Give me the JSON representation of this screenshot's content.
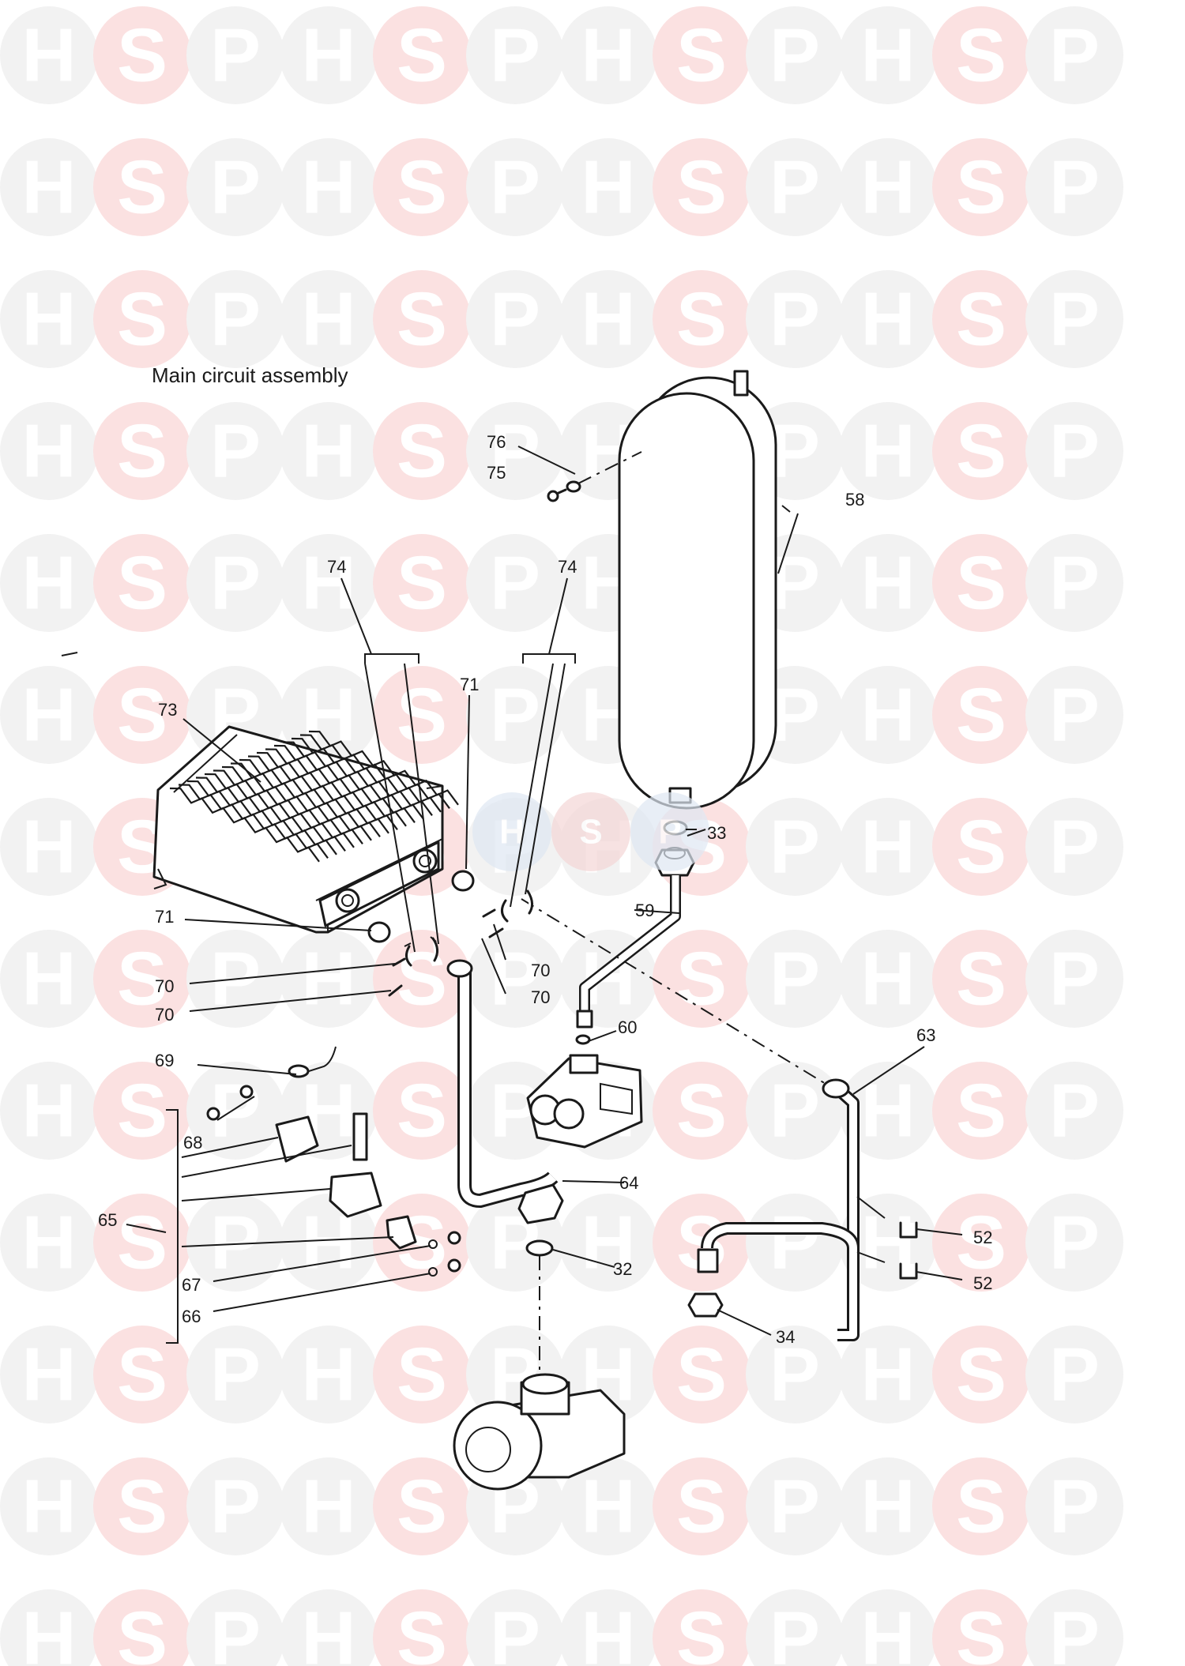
{
  "title": "Main circuit assembly",
  "watermark": {
    "letters": [
      "H",
      "S",
      "P"
    ],
    "accent_color": "#fbe1e1",
    "base_color": "#f2f2f2"
  },
  "labels": {
    "l76": "76",
    "l75": "75",
    "l58": "58",
    "l74a": "74",
    "l74b": "74",
    "l71a": "71",
    "l71b": "71",
    "l73": "73",
    "l33": "33",
    "l59": "59",
    "l70a": "70",
    "l70b": "70",
    "l70c": "70",
    "l70d": "70",
    "l60": "60",
    "l63": "63",
    "l69": "69",
    "l68": "68",
    "l64": "64",
    "l65": "65",
    "l52a": "52",
    "l52b": "52",
    "l32": "32",
    "l67": "67",
    "l66": "66",
    "l34": "34"
  }
}
